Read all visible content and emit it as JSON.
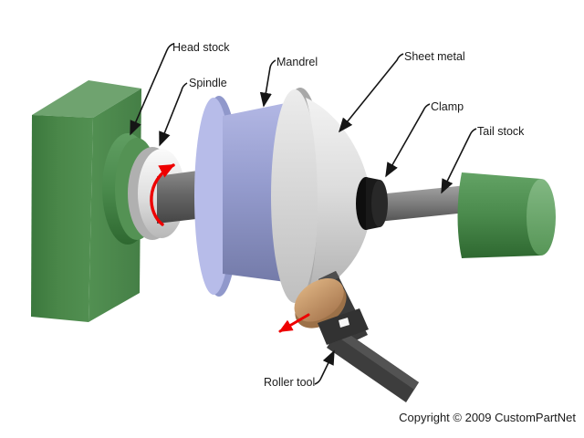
{
  "diagram": {
    "labels": {
      "head_stock": "Head stock",
      "spindle": "Spindle",
      "mandrel": "Mandrel",
      "sheet_metal": "Sheet metal",
      "clamp": "Clamp",
      "tail_stock": "Tail stock",
      "roller_tool": "Roller tool"
    },
    "copyright": "Copyright © 2009 CustomPartNet",
    "colors": {
      "background": "#ffffff",
      "head_stock_front": "#4f8d51",
      "head_stock_top": "#6fa36f",
      "head_stock_side": "#3b783d",
      "tail_stock_body": "#4a8a4c",
      "tail_stock_face": "#6da46e",
      "mandrel_body": "#959cce",
      "mandrel_flange_face": "#b7bce9",
      "mandrel_flange_rim": "#9098cb",
      "sheet_metal_face": "#d6d6d6",
      "sheet_metal_rim": "#a8a8a8",
      "spindle_shaft": "#676767",
      "collar": "#e2e2e2",
      "clamp": "#191919",
      "tail_shaft": "#7a7a7a",
      "roller_wheel": "#c49a6a",
      "roller_wheel_rim": "#9c7148",
      "tool_body": "#3a3a3a",
      "arrow_red": "#ee0000",
      "label_text": "#1a1a1a",
      "leader_line": "#151515"
    }
  }
}
